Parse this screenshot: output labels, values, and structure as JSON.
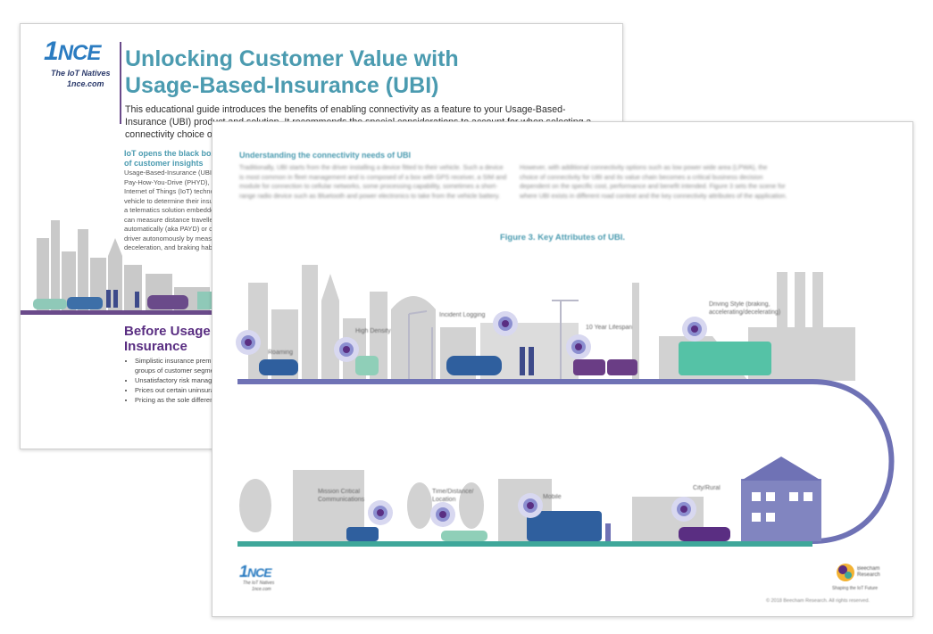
{
  "back": {
    "logo_one": "1",
    "logo_nce": "NCE",
    "tagline": "The IoT Natives",
    "url": "1nce.com",
    "title_line1": "Unlocking Customer Value with",
    "title_line2": "Usage-Based-Insurance (UBI)",
    "intro": "This educational guide introduces the benefits of enabling connectivity as a feature to your Usage-Based-Insurance (UBI) product and solution. It recommends the special considerations to account for when selecting a connectivity choice out of a range of options. F",
    "section_head": "IoT opens the black box of customer insights",
    "section_lines": [
      "Usage-Based-Insurance (UBI) i",
      "Pay-How-You-Drive (PHYD), a",
      "Internet of Things (IoT) techno",
      "vehicle to determine their insu",
      "a telematics solution embedde",
      "can measure distance travelle",
      "automatically (aka PAYD) or co",
      "driver autonomously by measu",
      "deceleration, and braking habi"
    ],
    "h2_line1": "Before Usage B",
    "h2_line2": "Insurance",
    "bullets": [
      "Simplistic insurance premiu groups of customer segmen",
      "Unsatisfactory risk manager",
      "Prices out certain uninsurab",
      "Pricing as the sole differenti"
    ]
  },
  "front": {
    "heading": "Understanding the connectivity needs of UBI",
    "col_left": "Traditionally, UBI starts from the driver installing a device fitted to their vehicle. Such a device is most common in fleet management and is composed of a box with GPS receiver, a SIM and module for connection to cellular networks, some processing capability, sometimes a short-range radio device such as Bluetooth and power electronics to take from the vehicle battery.",
    "col_right": "However, with additional connectivity options such as low power wide area (LPWA), the choice of connectivity for UBI and its value chain becomes a critical business decision dependent on the specific cost, performance and benefit intended. Figure 3 sets the scene for where UBI exists in different road context and the key connectivity attributes of the application.",
    "figure_title": "Figure 3. Key Attributes of UBI.",
    "annotations": {
      "roaming": "Roaming",
      "high_density": "High Density",
      "incident_logging": "Incident Logging",
      "lifespan": "10 Year Lifespan",
      "driving_style": "Driving Style (braking, accelerating/decelerating)",
      "mission_critical": "Mission Critical Communications",
      "time_distance": "Time/Distance/ Location",
      "mobile": "Mobile",
      "city_rural": "City/Rural"
    },
    "footer_logo_one": "1",
    "footer_logo_nce": "NCE",
    "footer_tagline": "The IoT Natives",
    "footer_sub": "1nce.com",
    "beecham_name": "Beecham Research",
    "beecham_tag": "Shaping the IoT Future",
    "copyright": "© 2018 Beecham Research. All rights reserved."
  },
  "colors": {
    "teal": "#4b9bb0",
    "purple": "#5a2e82",
    "blue_road": "#6f72b5",
    "teal_road": "#3fa79a",
    "logo_blue": "#2b7cc1"
  }
}
